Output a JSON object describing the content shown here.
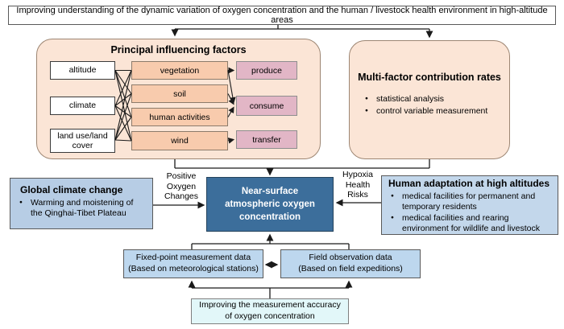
{
  "palette": {
    "peach_panel": "#fbe5d6",
    "salmon_box": "#f8cbad",
    "pink_box": "#e2b6c6",
    "steel_blue_box": "#3c6e9b",
    "light_blue_box": "#bdd7ee",
    "pale_cyan_box": "#e2f7f9",
    "line_color": "#1a1a1a"
  },
  "banner": {
    "text": "Improving understanding of the dynamic variation of oxygen concentration and the human / livestock health environment in high-altitude areas"
  },
  "principal": {
    "title": "Principal influencing factors",
    "inputs": [
      "altitude",
      "climate",
      "land use/land cover"
    ],
    "factors": [
      "vegetation",
      "soil",
      "human activities",
      "wind"
    ],
    "outcomes": [
      "produce",
      "consume",
      "transfer"
    ]
  },
  "multi_factor": {
    "title": "Multi-factor contribution rates",
    "bullets": [
      "statistical analysis",
      "control variable measurement"
    ]
  },
  "global_climate": {
    "title": "Global climate change",
    "bullet": "Warming and moistening of the Qinghai-Tibet Plateau"
  },
  "center_box": {
    "label": "Near-surface atmospheric oxygen concentration"
  },
  "flow_labels": {
    "positive": "Positive Oxygen Changes",
    "hypoxia": "Hypoxia Health Risks"
  },
  "human_adaptation": {
    "title": "Human adaptation at high altitudes",
    "bullets": [
      "medical facilities for permanent and temporary residents",
      "medical facilities and rearing environment for wildlife and livestock"
    ]
  },
  "measurements": {
    "fixed_point": {
      "line1": "Fixed-point measurement data",
      "line2": "(Based on meteorological stations)"
    },
    "field": {
      "line1": "Field observation data",
      "line2": "(Based on field expeditions)"
    }
  },
  "accuracy": {
    "text": "Improving the measurement accuracy of oxygen concentration"
  }
}
